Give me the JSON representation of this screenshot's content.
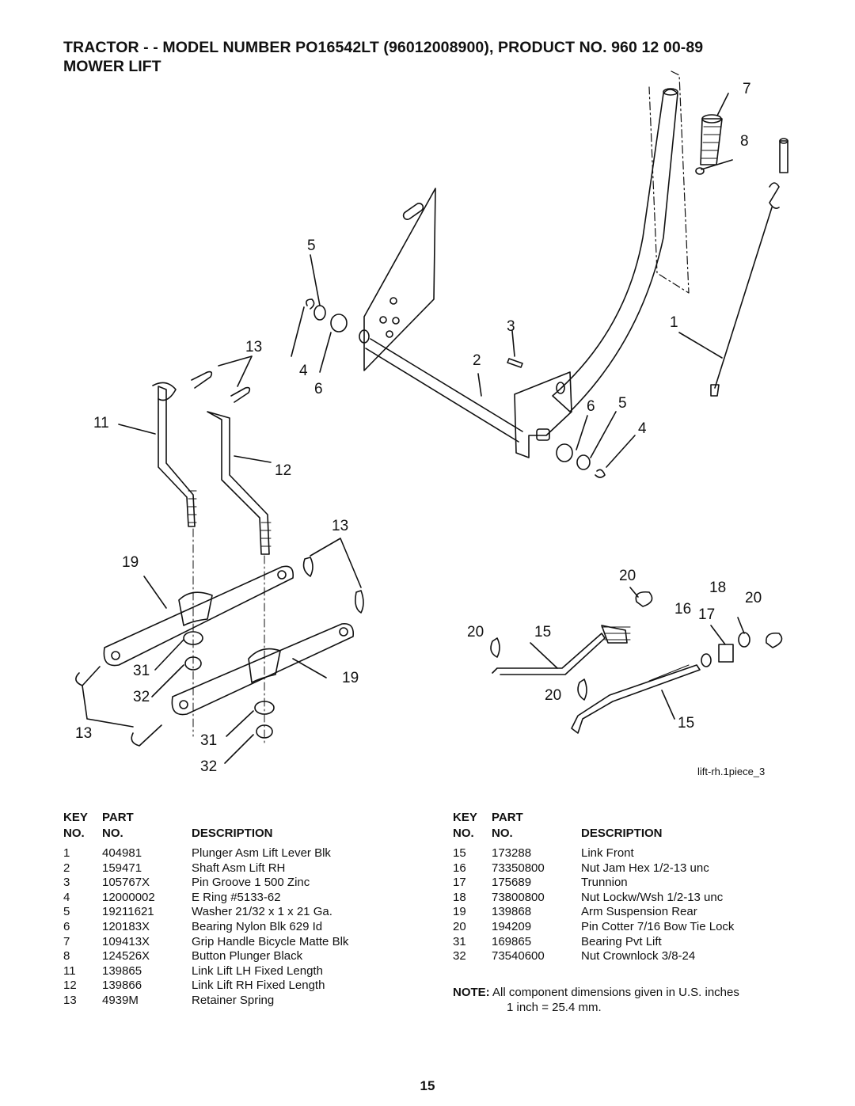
{
  "header": {
    "title": "TRACTOR - - MODEL NUMBER PO16542LT (96012008900), PRODUCT NO. 960 12 00-89",
    "subtitle": "MOWER LIFT"
  },
  "diagram": {
    "figure_id": "lift-rh.1piece_3",
    "callouts": [
      "7",
      "8",
      "5",
      "3",
      "1",
      "13",
      "4",
      "2",
      "6",
      "11",
      "6",
      "5",
      "4",
      "12",
      "13",
      "19",
      "20",
      "18",
      "20",
      "16",
      "17",
      "20",
      "15",
      "31",
      "19",
      "32",
      "20",
      "13",
      "31",
      "15",
      "32"
    ]
  },
  "table_headers": {
    "key": "KEY",
    "part": "PART",
    "no1": "NO.",
    "no2": "NO.",
    "description": "DESCRIPTION"
  },
  "parts_left": [
    {
      "key": "1",
      "part": "404981",
      "desc": "Plunger Asm Lift Lever Blk"
    },
    {
      "key": "2",
      "part": "159471",
      "desc": "Shaft Asm Lift RH"
    },
    {
      "key": "3",
      "part": "105767X",
      "desc": "Pin Groove 1 500 Zinc"
    },
    {
      "key": "4",
      "part": "12000002",
      "desc": "E Ring #5133-62"
    },
    {
      "key": "5",
      "part": "19211621",
      "desc": "Washer 21/32 x 1 x 21 Ga."
    },
    {
      "key": "6",
      "part": "120183X",
      "desc": "Bearing Nylon Blk 629 Id"
    },
    {
      "key": "7",
      "part": "109413X",
      "desc": "Grip Handle Bicycle Matte Blk"
    },
    {
      "key": "8",
      "part": "124526X",
      "desc": "Button Plunger Black"
    },
    {
      "key": "11",
      "part": "139865",
      "desc": "Link Lift LH Fixed Length"
    },
    {
      "key": "12",
      "part": "139866",
      "desc": "Link Lift RH Fixed Length"
    },
    {
      "key": "13",
      "part": "4939M",
      "desc": "Retainer Spring"
    }
  ],
  "parts_right": [
    {
      "key": "15",
      "part": "173288",
      "desc": "Link Front"
    },
    {
      "key": "16",
      "part": "73350800",
      "desc": "Nut Jam Hex 1/2-13 unc"
    },
    {
      "key": "17",
      "part": "175689",
      "desc": "Trunnion"
    },
    {
      "key": "18",
      "part": "73800800",
      "desc": "Nut Lockw/Wsh 1/2-13 unc"
    },
    {
      "key": "19",
      "part": "139868",
      "desc": "Arm Suspension Rear"
    },
    {
      "key": "20",
      "part": "194209",
      "desc": "Pin Cotter 7/16 Bow Tie Lock"
    },
    {
      "key": "31",
      "part": "169865",
      "desc": "Bearing Pvt Lift"
    },
    {
      "key": "32",
      "part": "73540600",
      "desc": "Nut Crownlock 3/8-24"
    }
  ],
  "note": {
    "label": "NOTE:",
    "line1": "All component dimensions given in U.S. inches",
    "line2": "1 inch = 25.4 mm."
  },
  "page_number": "15"
}
